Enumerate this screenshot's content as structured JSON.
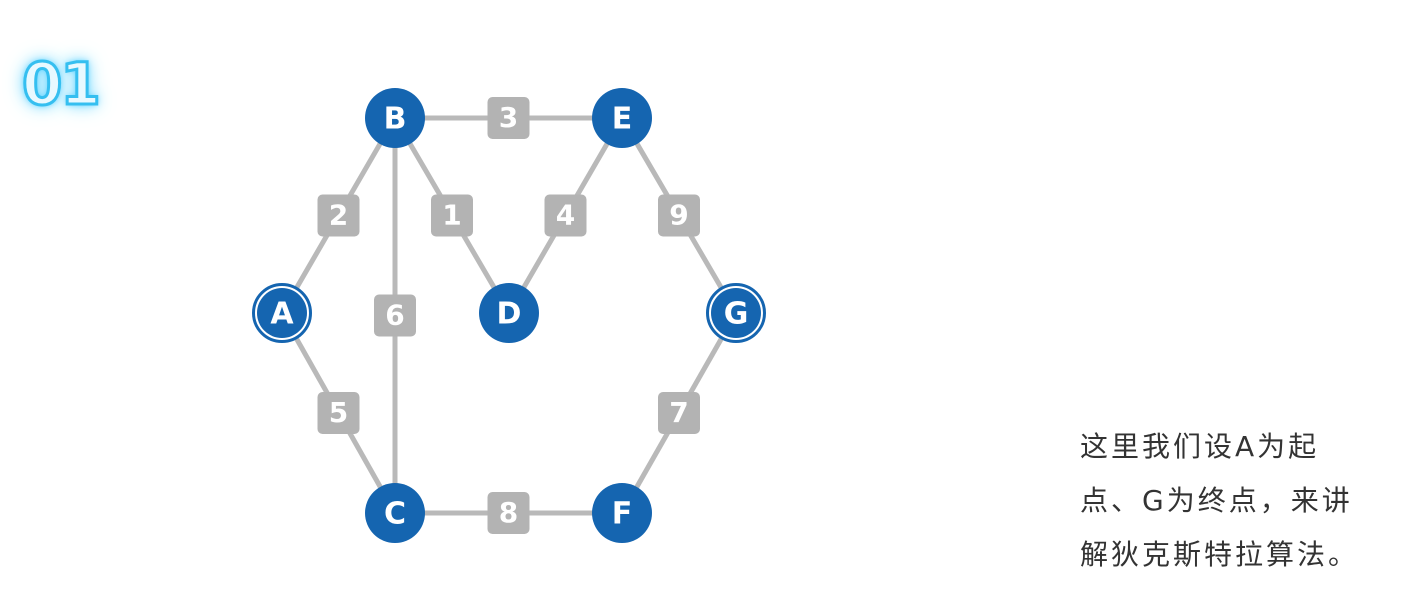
{
  "step_number": "01",
  "graph": {
    "nodes": [
      {
        "id": "A",
        "label": "A",
        "role": "start"
      },
      {
        "id": "B",
        "label": "B"
      },
      {
        "id": "C",
        "label": "C"
      },
      {
        "id": "D",
        "label": "D"
      },
      {
        "id": "E",
        "label": "E"
      },
      {
        "id": "F",
        "label": "F"
      },
      {
        "id": "G",
        "label": "G",
        "role": "end"
      }
    ],
    "edges": [
      {
        "from": "A",
        "to": "B",
        "weight": "2"
      },
      {
        "from": "A",
        "to": "C",
        "weight": "5"
      },
      {
        "from": "B",
        "to": "C",
        "weight": "6"
      },
      {
        "from": "B",
        "to": "D",
        "weight": "1"
      },
      {
        "from": "B",
        "to": "E",
        "weight": "3"
      },
      {
        "from": "D",
        "to": "E",
        "weight": "4"
      },
      {
        "from": "E",
        "to": "G",
        "weight": "9"
      },
      {
        "from": "C",
        "to": "F",
        "weight": "8"
      },
      {
        "from": "F",
        "to": "G",
        "weight": "7"
      }
    ]
  },
  "description": {
    "lines": [
      "这里我们设A为起",
      "点、G为终点，来讲",
      "解狄克斯特拉算法。"
    ]
  },
  "colors": {
    "node": "#1565b0",
    "edge": "#b9b9b9",
    "weight_box": "#b3b3b3",
    "step_number_glow": "#35bff0"
  }
}
